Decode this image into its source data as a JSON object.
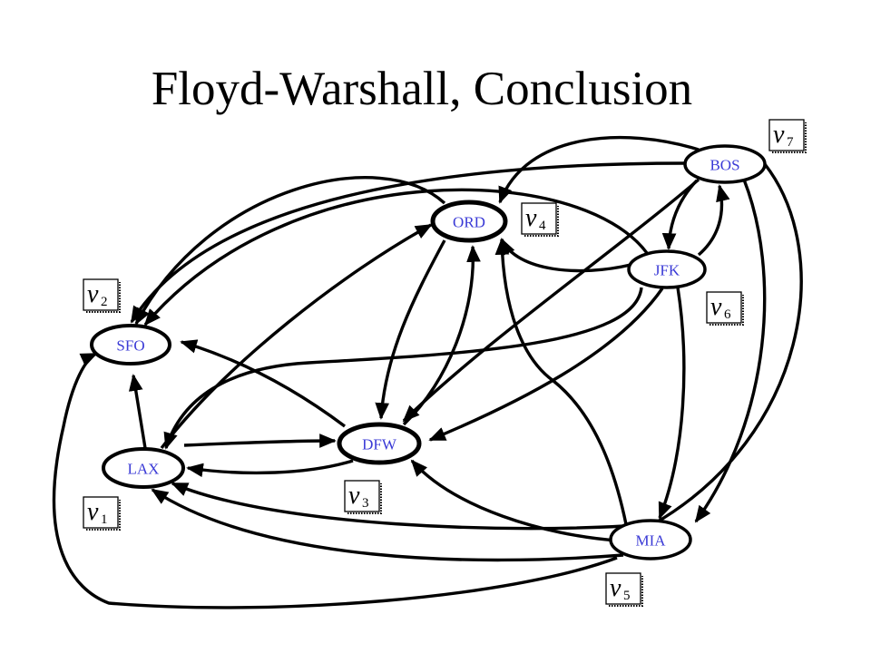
{
  "title": "Floyd-Warshall, Conclusion",
  "colors": {
    "node_label": "#3a3ad6",
    "stroke": "#000000",
    "background": "#ffffff"
  },
  "nodes": [
    {
      "id": "SFO",
      "label": "SFO"
    },
    {
      "id": "LAX",
      "label": "LAX"
    },
    {
      "id": "DFW",
      "label": "DFW"
    },
    {
      "id": "ORD",
      "label": "ORD"
    },
    {
      "id": "JFK",
      "label": "JFK"
    },
    {
      "id": "BOS",
      "label": "BOS"
    },
    {
      "id": "MIA",
      "label": "MIA"
    }
  ],
  "vertex_tags": [
    {
      "node": "LAX",
      "letter": "v",
      "sub": "1"
    },
    {
      "node": "SFO",
      "letter": "v",
      "sub": "2"
    },
    {
      "node": "DFW",
      "letter": "v",
      "sub": "3"
    },
    {
      "node": "ORD",
      "letter": "v",
      "sub": "4"
    },
    {
      "node": "MIA",
      "letter": "v",
      "sub": "5"
    },
    {
      "node": "JFK",
      "letter": "v",
      "sub": "6"
    },
    {
      "node": "BOS",
      "letter": "v",
      "sub": "7"
    }
  ],
  "edges": [
    {
      "from": "LAX",
      "to": "SFO"
    },
    {
      "from": "LAX",
      "to": "DFW"
    },
    {
      "from": "DFW",
      "to": "LAX"
    },
    {
      "from": "DFW",
      "to": "SFO"
    },
    {
      "from": "LAX",
      "to": "ORD"
    },
    {
      "from": "ORD",
      "to": "DFW"
    },
    {
      "from": "DFW",
      "to": "ORD"
    },
    {
      "from": "ORD",
      "to": "SFO"
    },
    {
      "from": "JFK",
      "to": "ORD"
    },
    {
      "from": "JFK",
      "to": "SFO"
    },
    {
      "from": "JFK",
      "to": "DFW"
    },
    {
      "from": "JFK",
      "to": "LAX"
    },
    {
      "from": "JFK",
      "to": "BOS"
    },
    {
      "from": "BOS",
      "to": "JFK"
    },
    {
      "from": "BOS",
      "to": "ORD"
    },
    {
      "from": "BOS",
      "to": "SFO"
    },
    {
      "from": "BOS",
      "to": "DFW"
    },
    {
      "from": "BOS",
      "to": "MIA"
    },
    {
      "from": "BOS",
      "to": "LAX"
    },
    {
      "from": "JFK",
      "to": "MIA"
    },
    {
      "from": "MIA",
      "to": "DFW"
    },
    {
      "from": "MIA",
      "to": "LAX"
    },
    {
      "from": "MIA",
      "to": "ORD"
    },
    {
      "from": "MIA",
      "to": "SFO"
    }
  ]
}
